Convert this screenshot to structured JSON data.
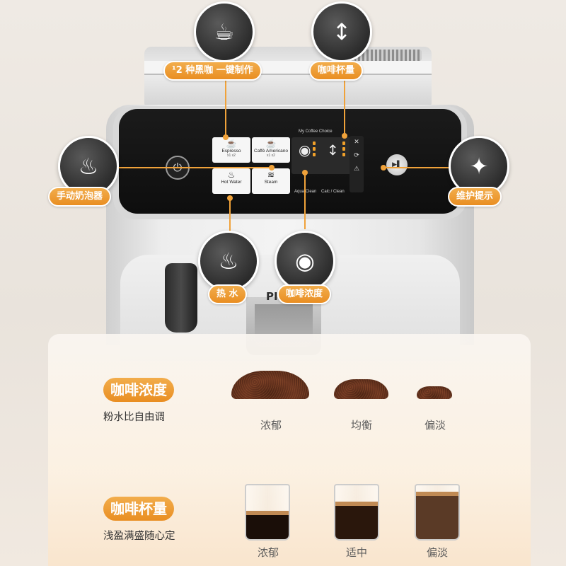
{
  "machine": {
    "brand": "PI",
    "panel": {
      "heading": "My Coffee Choice",
      "power_symbol": "⏻",
      "tiles": [
        {
          "icon": "☕",
          "label": "Espresso",
          "qty": "x1 x2"
        },
        {
          "icon": "☕",
          "label": "Caffè Americano",
          "qty": "x1 x2"
        },
        {
          "icon": "♨",
          "label": "Hot Water",
          "qty": ""
        },
        {
          "icon": "≋",
          "label": "Steam",
          "qty": ""
        }
      ],
      "strength_icon": "◉",
      "volume_icon": "↕",
      "aqua_clean": "Aqua Clean",
      "calc_clean": "Calc / Clean",
      "side_icons": [
        "✕",
        "⟳",
        "⚠"
      ],
      "dial_symbol": "▶▌"
    }
  },
  "callouts": {
    "one_touch": {
      "icon": "☕",
      "label": "¹2 种黑咖 一键制作"
    },
    "cup_volume": {
      "icon": "↕",
      "label": "咖啡杯量"
    },
    "milk_frother": {
      "icon": "♨",
      "label": "手动奶泡器"
    },
    "maintenance": {
      "icon": "✦",
      "label": "维护提示"
    },
    "hot_water": {
      "icon": "♨",
      "label": "热 水"
    },
    "strength": {
      "icon": "◉",
      "label": "咖啡浓度"
    }
  },
  "info": {
    "strength": {
      "title": "咖啡浓度",
      "subtitle": "粉水比自由调",
      "levels": [
        "浓郁",
        "均衡",
        "偏淡"
      ],
      "amounts": [
        1.0,
        0.7,
        0.45
      ]
    },
    "volume": {
      "title": "咖啡杯量",
      "subtitle": "浅盈满盛随心定",
      "levels": [
        "浓郁",
        "适中",
        "偏淡"
      ],
      "fills": [
        0.45,
        0.62,
        0.8
      ],
      "coffee_colors": [
        "#1a0e08",
        "#2a170c",
        "#5a3a26"
      ]
    }
  },
  "colors": {
    "accent": "#f0a23a",
    "accent_dark": "#e98e22",
    "panel_bg": "#111111",
    "bubble_bg": "#2c2c2c"
  }
}
